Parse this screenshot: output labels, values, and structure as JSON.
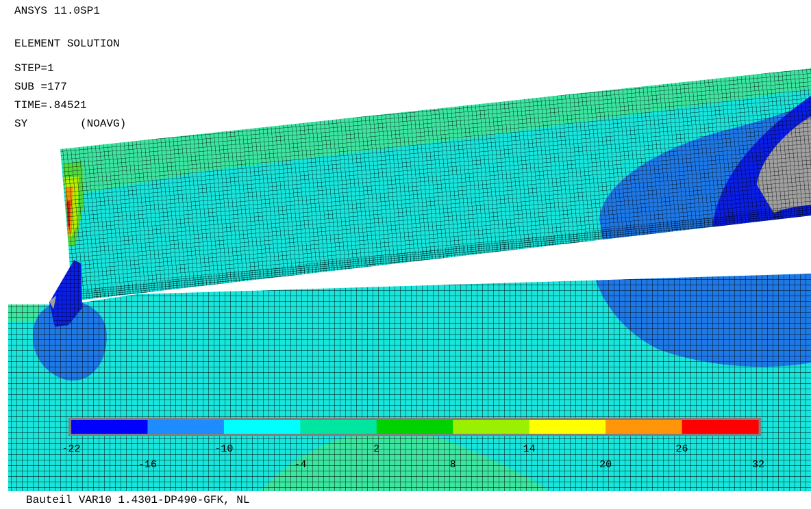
{
  "header": {
    "program": "ANSYS 11.0SP1",
    "solution_type": "ELEMENT SOLUTION",
    "step": "STEP=1",
    "substep": "SUB =177",
    "time": "TIME=.84521",
    "result_item": "SY        (NOAVG)"
  },
  "footer": {
    "caption": "Bauteil VAR10 1.4301-DP490-GFK, NL"
  },
  "legend": {
    "colors": [
      "#0000ff",
      "#1e8cff",
      "#00ffff",
      "#00e6a0",
      "#00d200",
      "#9bf000",
      "#ffff00",
      "#ff960a",
      "#ff0000"
    ],
    "tick_labels": [
      "-22",
      "-16",
      "-10",
      "-4",
      "2",
      "8",
      "14",
      "20",
      "26",
      "32"
    ],
    "label_rows": [
      "upper",
      "lower",
      "upper",
      "lower",
      "upper",
      "lower",
      "upper",
      "lower",
      "upper",
      "lower"
    ]
  },
  "contour_colors": {
    "background": "#18e6dc",
    "upper_band": "#3ce6a0",
    "dark_blue": "#0a1ee6",
    "light_blue": "#1e78e6",
    "green": "#50dc3c",
    "yellow_green": "#b4f000",
    "orange": "#ff8c00",
    "red": "#e61e1e",
    "gray": "#a0a0a0"
  },
  "icons": {
    "fe_mesh": "finite-element-mesh"
  }
}
